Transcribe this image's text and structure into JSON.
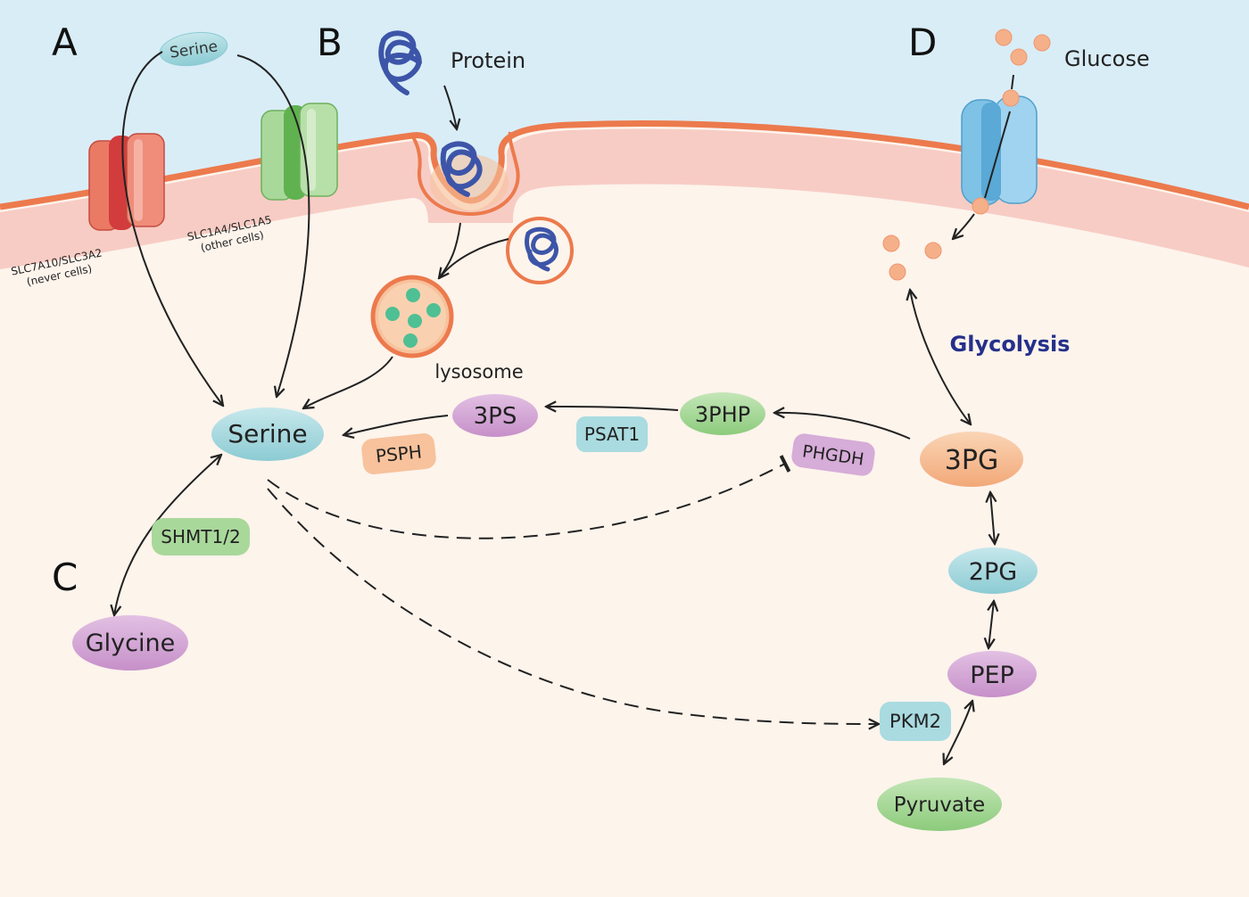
{
  "panels": {
    "a": "A",
    "b": "B",
    "c": "C",
    "d": "D"
  },
  "extracellular": {
    "serine": "Serine",
    "protein": "Protein",
    "glucose": "Glucose"
  },
  "transporters": {
    "slc7a10": {
      "name": "SLC7A10/SLC3A2",
      "note": "(never cells)"
    },
    "slc1a4": {
      "name": "SLC1A4/SLC1A5",
      "note": "(other cells)"
    }
  },
  "organelles": {
    "lysosome": "lysosome"
  },
  "metabolites": {
    "serine": "Serine",
    "glycine": "Glycine",
    "ps3": "3PS",
    "php3": "3PHP",
    "pg3": "3PG",
    "pg2": "2PG",
    "pep": "PEP",
    "pyruvate": "Pyruvate"
  },
  "enzymes": {
    "psph": "PSPH",
    "psat1": "PSAT1",
    "phgdh": "PHGDH",
    "shmt": "SHMT1/2",
    "pkm2": "PKM2"
  },
  "pathway_label": "Glycolysis",
  "colors": {
    "extracellular": "#d9edf7",
    "cytoplasm": "#fdf4ec",
    "membrane": "#ec7a4d",
    "membrane_inner": "#f5bfb8",
    "blue_node": "#a9dbe0",
    "purple_node": "#d6acd8",
    "green_node": "#a9d89b",
    "orange_node": "#f7c29c",
    "protein": "#3d55a8",
    "glycolysis_text": "#25308a"
  }
}
